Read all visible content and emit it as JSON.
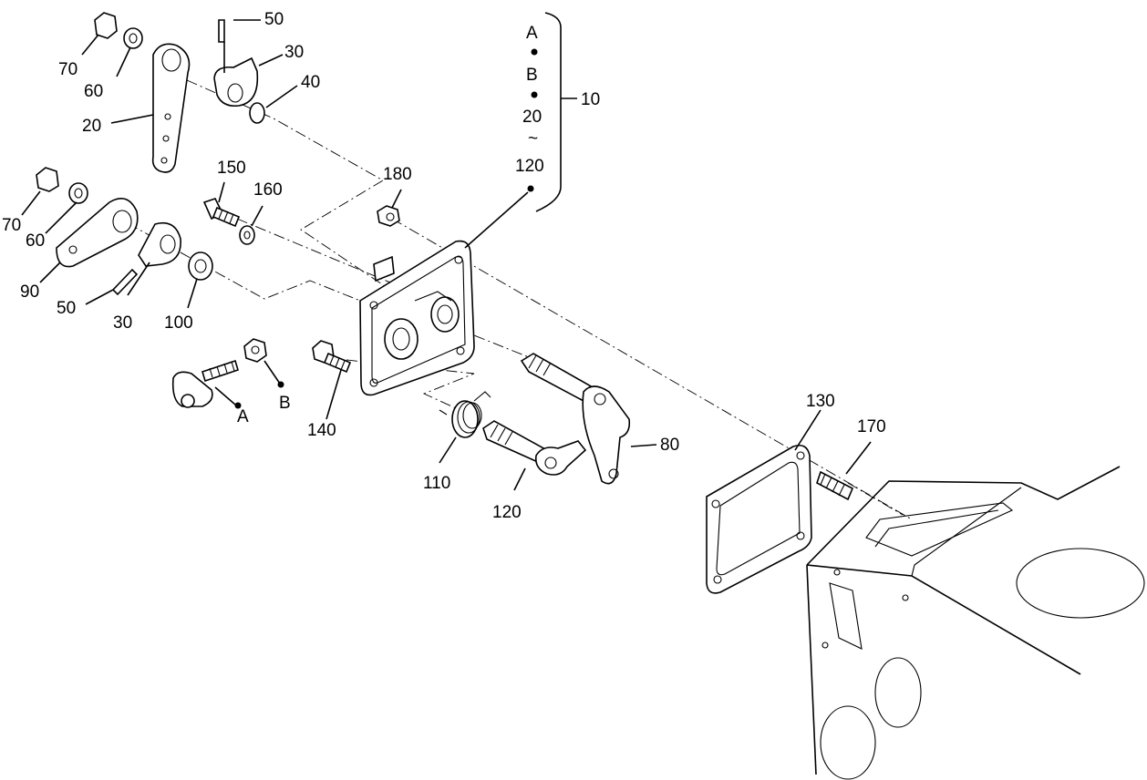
{
  "diagram": {
    "callouts": {
      "p70a": "70",
      "p60a": "60",
      "p20": "20",
      "p50a": "50",
      "p30a": "30",
      "p40": "40",
      "p70b": "70",
      "p60b": "60",
      "p90": "90",
      "p50b": "50",
      "p30b": "30",
      "p100": "100",
      "p150": "150",
      "p160": "160",
      "p180": "180",
      "p140": "140",
      "p110": "110",
      "p120": "120",
      "p80": "80",
      "p130": "130",
      "p170": "170",
      "p10": "10",
      "refA": "A",
      "refB": "B"
    },
    "kit_legend": {
      "line1": "A",
      "line2": "B",
      "line3": "20",
      "tilde": "~",
      "line4": "120"
    }
  }
}
